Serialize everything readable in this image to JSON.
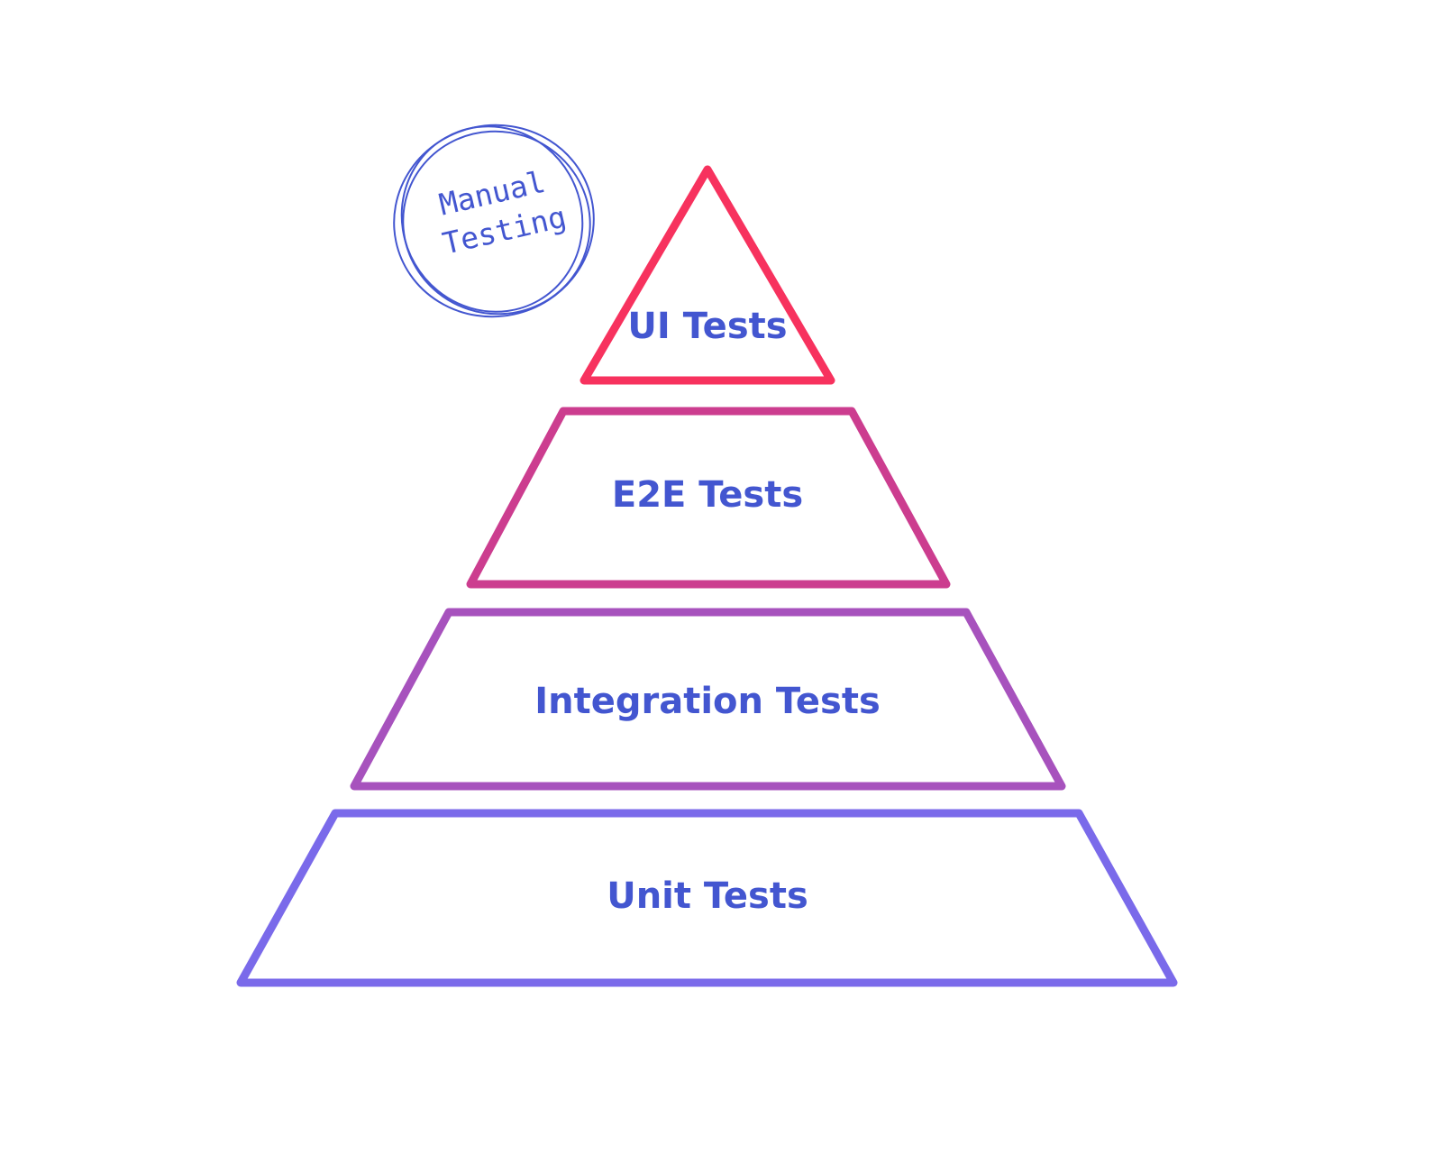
{
  "diagram": {
    "tiers": [
      {
        "label": "UI Tests",
        "stroke": "#f7325e"
      },
      {
        "label": "E2E Tests",
        "stroke": "#cc3d8f"
      },
      {
        "label": "Integration Tests",
        "stroke": "#a752bd"
      },
      {
        "label": "Unit Tests",
        "stroke": "#7a6aea"
      }
    ],
    "label_color": "#4356d0",
    "stamp": {
      "line1": "Manual",
      "line2": "Testing",
      "color": "#4356d0"
    }
  }
}
